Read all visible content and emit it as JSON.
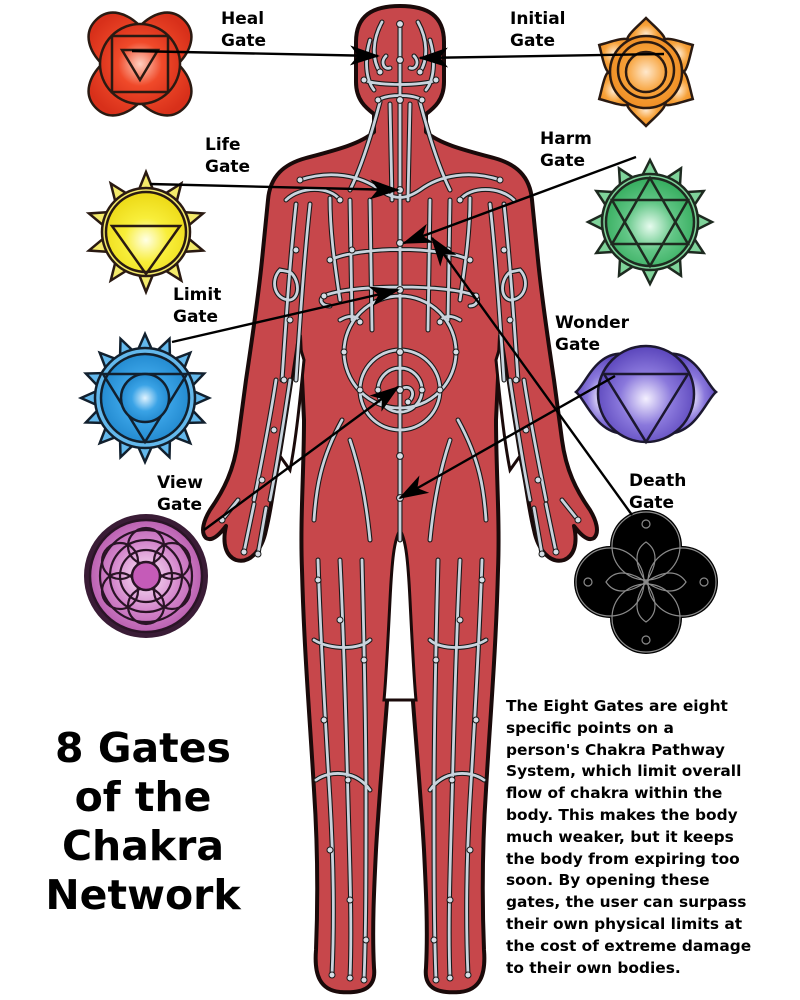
{
  "title": {
    "lines": [
      "8 Gates",
      "of the",
      "Chakra",
      "Network"
    ]
  },
  "description": "The Eight Gates are eight\nspecific points on a\nperson's Chakra Pathway\nSystem, which limit overall\nflow of chakra within the\nbody.  This makes the body\nmuch weaker, but it keeps\nthe body from expiring too\nsoon. By opening these\ngates, the user can surpass\ntheir own physical limits at\nthe cost of extreme damage\nto their own bodies.",
  "gates": [
    {
      "id": "heal",
      "line1": "Heal",
      "line2": "Gate",
      "color": "#e8351c",
      "symbol": "muladhara-root"
    },
    {
      "id": "initial",
      "line1": "Initial",
      "line2": "Gate",
      "color": "#f39a2c",
      "symbol": "svadhisthana-sacral"
    },
    {
      "id": "life",
      "line1": "Life",
      "line2": "Gate",
      "color": "#f4e22a",
      "symbol": "manipura-solar-plexus"
    },
    {
      "id": "harm",
      "line1": "Harm",
      "line2": "Gate",
      "color": "#3fb868",
      "symbol": "anahata-heart"
    },
    {
      "id": "limit",
      "line1": "Limit",
      "line2": "Gate",
      "color": "#2a93d8",
      "symbol": "vishuddha-throat"
    },
    {
      "id": "wonder",
      "line1": "Wonder",
      "line2": "Gate",
      "color": "#6a55c8",
      "symbol": "ajna-third-eye"
    },
    {
      "id": "view",
      "line1": "View",
      "line2": "Gate",
      "color": "#c25bb8",
      "symbol": "sahasrara-crown"
    },
    {
      "id": "death",
      "line1": "Death",
      "line2": "Gate",
      "color": "#000000",
      "symbol": "black-quatrefoil"
    }
  ],
  "figure": {
    "body_color": "#c7474b",
    "pathway_color": "#c9d3dd",
    "outline_color": "#1a0a0a"
  }
}
